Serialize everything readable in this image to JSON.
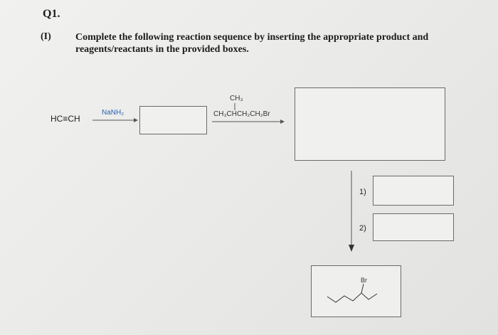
{
  "question": {
    "number": "Q1.",
    "part": "(I)",
    "instruction": "Complete the following reaction sequence by inserting the appropriate product and reagents/reactants in the provided boxes."
  },
  "scheme": {
    "starting_material": "HC≡CH",
    "reagent_1": "NaNH₂",
    "reagent_2_top": "CH₃",
    "reagent_2_main": "CH₃CHCH₂CH₂Br",
    "step_1": "1)",
    "step_2": "2)",
    "product_label": "Br"
  }
}
